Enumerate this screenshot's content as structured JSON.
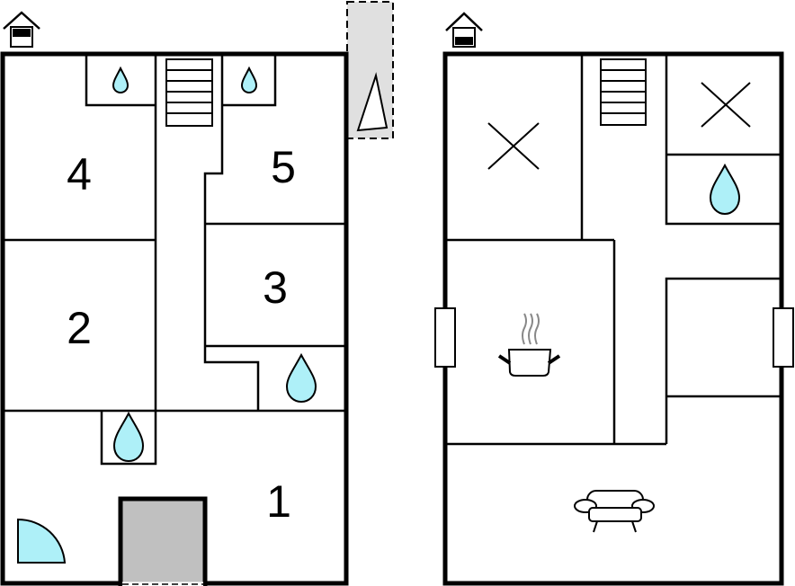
{
  "floors": [
    {
      "name": "ground-floor",
      "rooms": [
        {
          "id": "room-1",
          "label": "1"
        },
        {
          "id": "room-2",
          "label": "2"
        },
        {
          "id": "room-3",
          "label": "3"
        },
        {
          "id": "room-4",
          "label": "4"
        },
        {
          "id": "room-5",
          "label": "5"
        }
      ],
      "icons": [
        "house-floor-icon",
        "water-drop-icon",
        "stairs-icon",
        "door-swing-icon",
        "entrance-mat-icon"
      ]
    },
    {
      "name": "upper-floor",
      "icons": [
        "house-floor-icon",
        "bed-x-icon",
        "water-drop-icon",
        "stairs-icon",
        "cooking-pot-icon",
        "sofa-icon",
        "window-icon"
      ]
    }
  ],
  "colors": {
    "wall": "#000000",
    "water": "#aef0f8",
    "door": "#aef0f8",
    "entrance": "#c0c0c0",
    "balcony": "#e0e0e0"
  }
}
